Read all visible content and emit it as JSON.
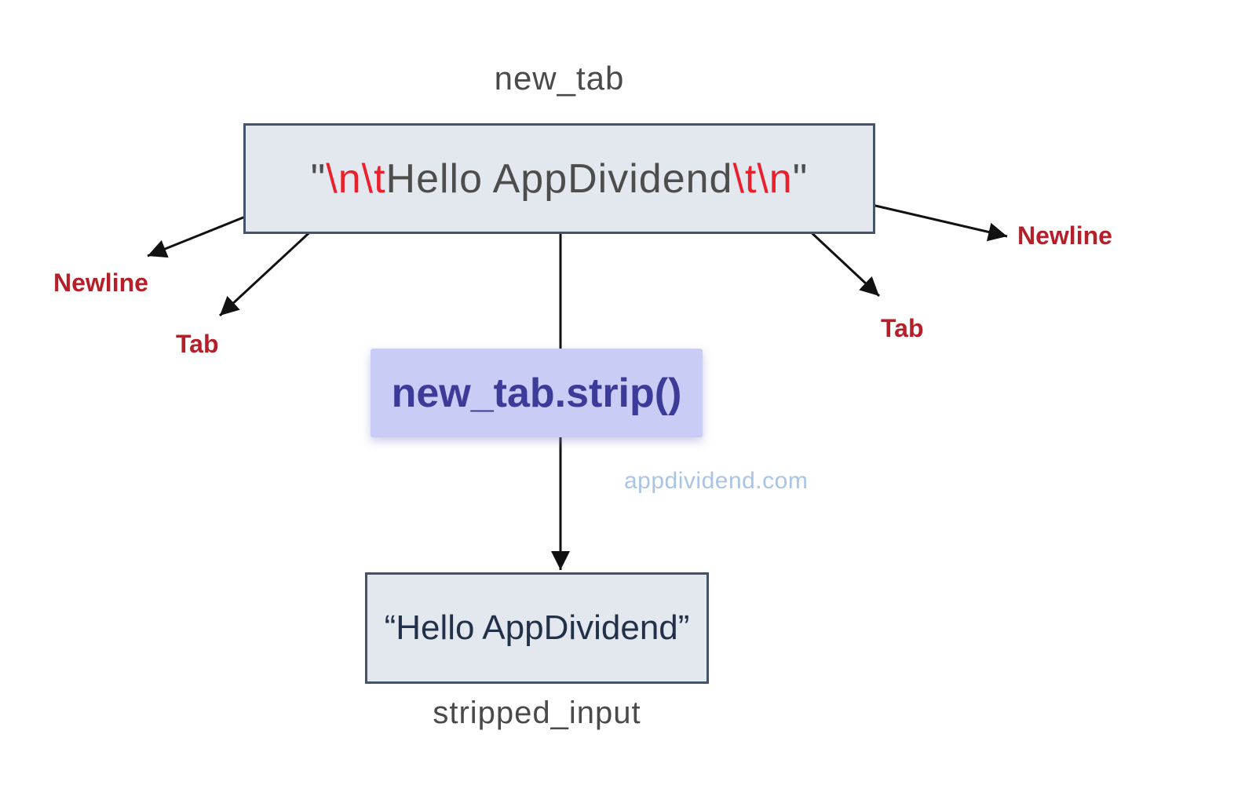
{
  "diagram": {
    "input_variable_label": "new_tab",
    "input_string": {
      "open_quote": "\"",
      "leading_escapes": "\\n\\t",
      "content": "Hello AppDividend",
      "trailing_escapes": "\\t\\n",
      "close_quote": "\""
    },
    "annotations": {
      "left_newline": "Newline",
      "left_tab": "Tab",
      "right_newline": "Newline",
      "right_tab": "Tab"
    },
    "method_call": "new_tab.strip()",
    "watermark": "appdividend.com",
    "output_string": "“Hello AppDividend”",
    "output_variable_label": "stripped_input",
    "colors": {
      "escape_red": "#e8212d",
      "annotation_red": "#b51f29",
      "box_fill": "#e3e8ee",
      "box_border": "#46546b",
      "method_fill": "#c9ccf4",
      "method_text": "#3c3b99",
      "output_text": "#22304a",
      "watermark_blue": "#a9c4e5",
      "label_gray": "#4a4a4a"
    }
  }
}
